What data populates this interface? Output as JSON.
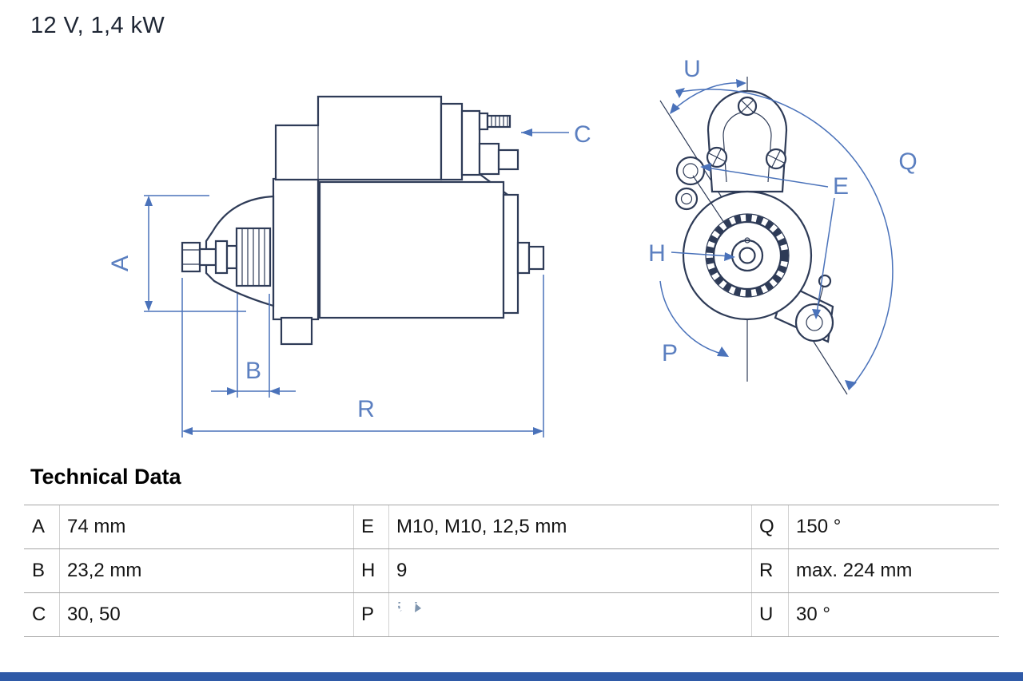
{
  "header": {
    "spec_label": "12 V, 1,4 kW"
  },
  "diagram": {
    "dimension_labels": {
      "A": "A",
      "B": "B",
      "C": "C",
      "R": "R",
      "U": "U",
      "Q": "Q",
      "E": "E",
      "H": "H",
      "P": "P"
    }
  },
  "technical_data": {
    "title": "Technical Data",
    "rows": [
      {
        "cells": [
          {
            "key": "A",
            "value": "74 mm"
          },
          {
            "key": "E",
            "value": "M10, M10, 12,5 mm"
          },
          {
            "key": "Q",
            "value": "150 °"
          }
        ]
      },
      {
        "cells": [
          {
            "key": "B",
            "value": "23,2 mm"
          },
          {
            "key": "H",
            "value": "9"
          },
          {
            "key": "R",
            "value": "max. 224 mm"
          }
        ]
      },
      {
        "cells": [
          {
            "key": "C",
            "value": "30, 50"
          },
          {
            "key": "P",
            "value": "",
            "icon": "rotation-ccw-icon"
          },
          {
            "key": "U",
            "value": "30 °"
          }
        ]
      }
    ]
  },
  "colors": {
    "drawing_outline": "#2e3b57",
    "dimension_blue": "#4a72ba",
    "table_border": "#a6a6a6",
    "footer_bar": "#2f5aa7",
    "rotation_icon": "#7e94ae"
  }
}
